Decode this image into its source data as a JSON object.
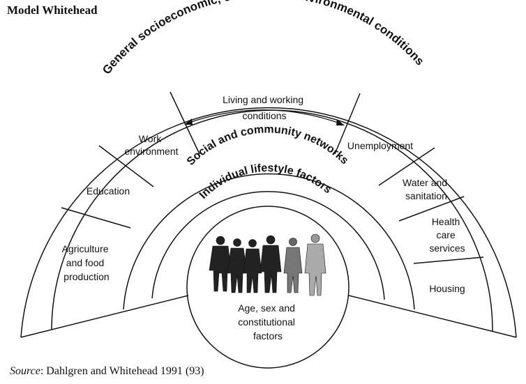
{
  "title": "Model Whitehead",
  "source": {
    "label": "Source",
    "text": ": Dahlgren and Whitehead 1991 (93)"
  },
  "rings": {
    "general": "General socioeconomic, cultural and environmental conditions",
    "social": "Social and community networks",
    "individual": "Individual lifestyle factors"
  },
  "living_working": {
    "line1": "Living and working",
    "line2": "conditions"
  },
  "core": {
    "line1": "Age, sex and",
    "line2": "constitutional",
    "line3": "factors"
  },
  "left_segments": {
    "agriculture": [
      "Agriculture",
      "and food",
      "production"
    ],
    "education": [
      "Education"
    ],
    "work": [
      "Work",
      "environment"
    ]
  },
  "right_segments": {
    "unemployment": [
      "Unemployment"
    ],
    "water": [
      "Water and",
      "sanitation"
    ],
    "health": [
      "Health",
      "care",
      "services"
    ],
    "housing": [
      "Housing"
    ]
  },
  "colors": {
    "line": "#111111",
    "figures": "#222222"
  },
  "icons": [
    "people-figures-icon"
  ]
}
